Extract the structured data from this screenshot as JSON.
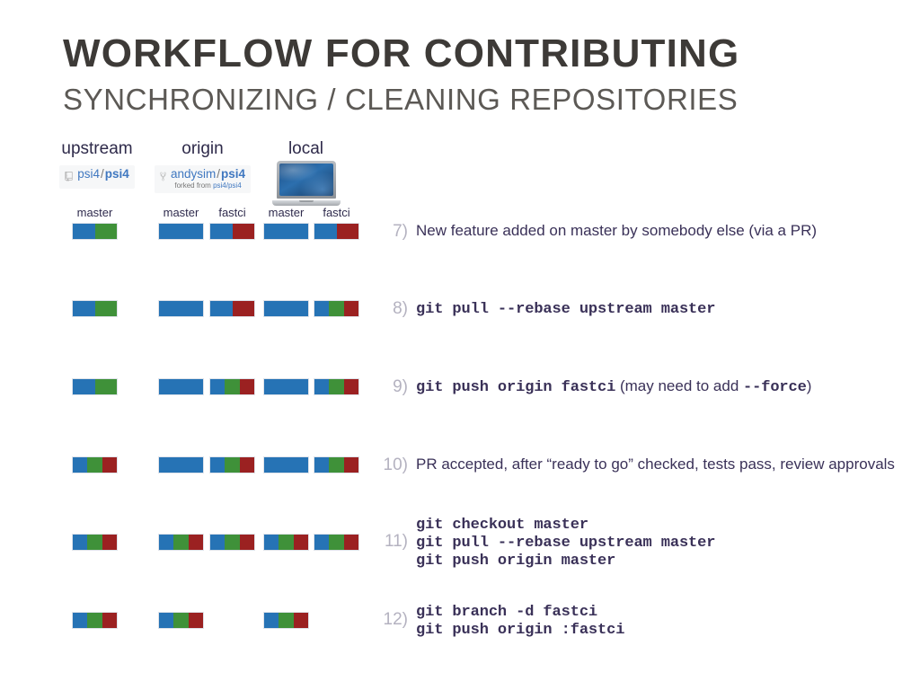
{
  "title": {
    "main": "WORKFLOW FOR CONTRIBUTING",
    "sub": "SYNCHRONIZING / CLEANING REPOSITORIES"
  },
  "colors": {
    "commit_blue": "#2673b5",
    "commit_green": "#3f9139",
    "commit_red": "#9b2121",
    "title": "#3d3a37",
    "subtitle": "#5c5955",
    "step_number": "#b4b2c0",
    "step_text": "#3a3158",
    "github_link": "#4078c0"
  },
  "columns": [
    {
      "name": "upstream",
      "title": "upstream",
      "badge": {
        "icon": "repo-icon",
        "owner": "psi4",
        "separator": "/",
        "repo": "psi4",
        "forked_from": null
      },
      "branches": [
        "master"
      ]
    },
    {
      "name": "origin",
      "title": "origin",
      "badge": {
        "icon": "fork-icon",
        "owner": "andysim",
        "separator": "/",
        "repo": "psi4",
        "forked_from_prefix": "forked from",
        "forked_from": "psi4/psi4"
      },
      "branches": [
        "master",
        "fastci"
      ]
    },
    {
      "name": "local",
      "title": "local",
      "badge": {
        "icon": "laptop-icon"
      },
      "branches": [
        "master",
        "fastci"
      ]
    }
  ],
  "steps": [
    {
      "number": "7)",
      "kind": "prose",
      "lines": [
        {
          "segments": [
            {
              "style": "prose",
              "text": "New feature added on master by somebody else (via a PR)"
            }
          ]
        }
      ],
      "bars": {
        "upstream_master": [
          "blue",
          "green"
        ],
        "origin_master": [
          "blue"
        ],
        "origin_fastci": [
          "blue",
          "red"
        ],
        "local_master": [
          "blue"
        ],
        "local_fastci": [
          "blue",
          "red"
        ]
      }
    },
    {
      "number": "8)",
      "kind": "command",
      "lines": [
        {
          "segments": [
            {
              "style": "mono",
              "text": "git pull --rebase upstream master"
            }
          ]
        }
      ],
      "bars": {
        "upstream_master": [
          "blue",
          "green"
        ],
        "origin_master": [
          "blue"
        ],
        "origin_fastci": [
          "blue",
          "red"
        ],
        "local_master": [
          "blue"
        ],
        "local_fastci": [
          "blue",
          "green",
          "red"
        ]
      }
    },
    {
      "number": "9)",
      "kind": "command",
      "lines": [
        {
          "segments": [
            {
              "style": "mono",
              "text": "git push origin fastci"
            },
            {
              "style": "prose",
              "text": "  (may need to add "
            },
            {
              "style": "mono",
              "text": "--force"
            },
            {
              "style": "prose",
              "text": ")"
            }
          ]
        }
      ],
      "bars": {
        "upstream_master": [
          "blue",
          "green"
        ],
        "origin_master": [
          "blue"
        ],
        "origin_fastci": [
          "blue",
          "green",
          "red"
        ],
        "local_master": [
          "blue"
        ],
        "local_fastci": [
          "blue",
          "green",
          "red"
        ]
      }
    },
    {
      "number": "10)",
      "kind": "prose",
      "lines": [
        {
          "segments": [
            {
              "style": "prose",
              "text": "PR accepted, after “ready to go” checked, tests pass, review approvals"
            }
          ]
        }
      ],
      "bars": {
        "upstream_master": [
          "blue",
          "green",
          "red"
        ],
        "origin_master": [
          "blue"
        ],
        "origin_fastci": [
          "blue",
          "green",
          "red"
        ],
        "local_master": [
          "blue"
        ],
        "local_fastci": [
          "blue",
          "green",
          "red"
        ]
      }
    },
    {
      "number": "11)",
      "kind": "command",
      "lines": [
        {
          "segments": [
            {
              "style": "mono",
              "text": "git checkout master"
            }
          ]
        },
        {
          "segments": [
            {
              "style": "mono",
              "text": "git pull --rebase upstream master"
            }
          ]
        },
        {
          "segments": [
            {
              "style": "mono",
              "text": "git push origin master"
            }
          ]
        }
      ],
      "bars": {
        "upstream_master": [
          "blue",
          "green",
          "red"
        ],
        "origin_master": [
          "blue",
          "green",
          "red"
        ],
        "origin_fastci": [
          "blue",
          "green",
          "red"
        ],
        "local_master": [
          "blue",
          "green",
          "red"
        ],
        "local_fastci": [
          "blue",
          "green",
          "red"
        ]
      }
    },
    {
      "number": "12)",
      "kind": "command",
      "lines": [
        {
          "segments": [
            {
              "style": "mono",
              "text": "git branch -d fastci"
            }
          ]
        },
        {
          "segments": [
            {
              "style": "mono",
              "text": "git push origin :fastci"
            }
          ]
        }
      ],
      "bars": {
        "upstream_master": [
          "blue",
          "green",
          "red"
        ],
        "origin_master": [
          "blue",
          "green",
          "red"
        ],
        "origin_fastci": [],
        "local_master": [
          "blue",
          "green",
          "red"
        ],
        "local_fastci": []
      }
    }
  ]
}
